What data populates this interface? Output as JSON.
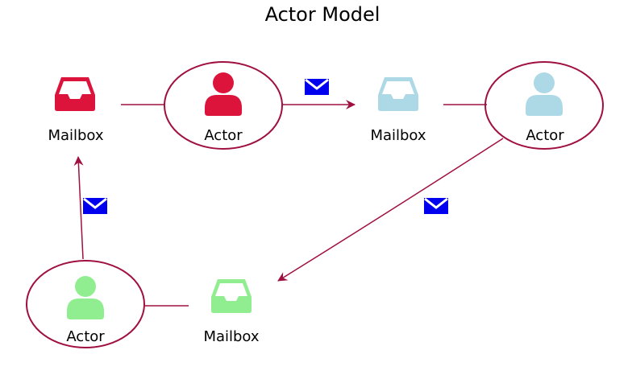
{
  "title": "Actor Model",
  "colors": {
    "edge": "#a0103f",
    "envelope": "#0000ee",
    "red": "#dc143c",
    "blue": "#add8e6",
    "green": "#90ee90"
  },
  "mailboxes": [
    {
      "label": "Mailbox",
      "color": "red"
    },
    {
      "label": "Mailbox",
      "color": "blue"
    },
    {
      "label": "Mailbox",
      "color": "green"
    }
  ],
  "actors": [
    {
      "label": "Actor",
      "color": "red"
    },
    {
      "label": "Actor",
      "color": "blue"
    },
    {
      "label": "Actor",
      "color": "green"
    }
  ],
  "icons": {
    "mailbox": "inbox-tray-icon",
    "actor": "user-icon",
    "message": "envelope-icon"
  }
}
